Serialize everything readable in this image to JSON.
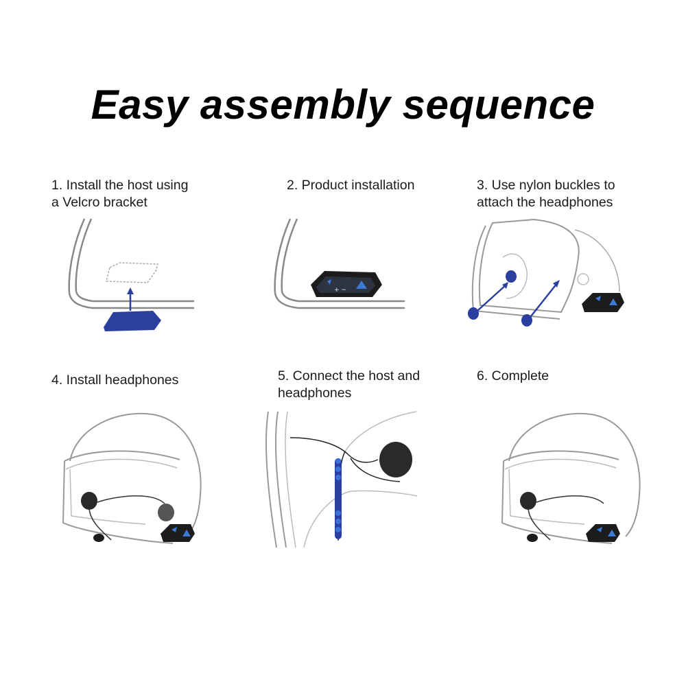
{
  "title": "Easy assembly sequence",
  "steps": [
    {
      "label": "1. Install the host using\na Velcro bracket",
      "illustration": "velcro-bracket-mounting"
    },
    {
      "label": "2. Product installation",
      "illustration": "host-on-helmet-shell"
    },
    {
      "label": "3. Use nylon buckles to\nattach the headphones",
      "illustration": "nylon-buckles-attach"
    },
    {
      "label": "4. Install headphones",
      "illustration": "headphones-in-helmet"
    },
    {
      "label": "5. Connect the host and\nheadphones",
      "illustration": "cable-connection"
    },
    {
      "label": "6. Complete",
      "illustration": "completed-helmet"
    }
  ],
  "colors": {
    "accent_blue": "#2a3f9e",
    "device_black": "#1c1c1c",
    "screen_blue": "#3a7bd5",
    "outline_gray": "#8a8a8a"
  }
}
